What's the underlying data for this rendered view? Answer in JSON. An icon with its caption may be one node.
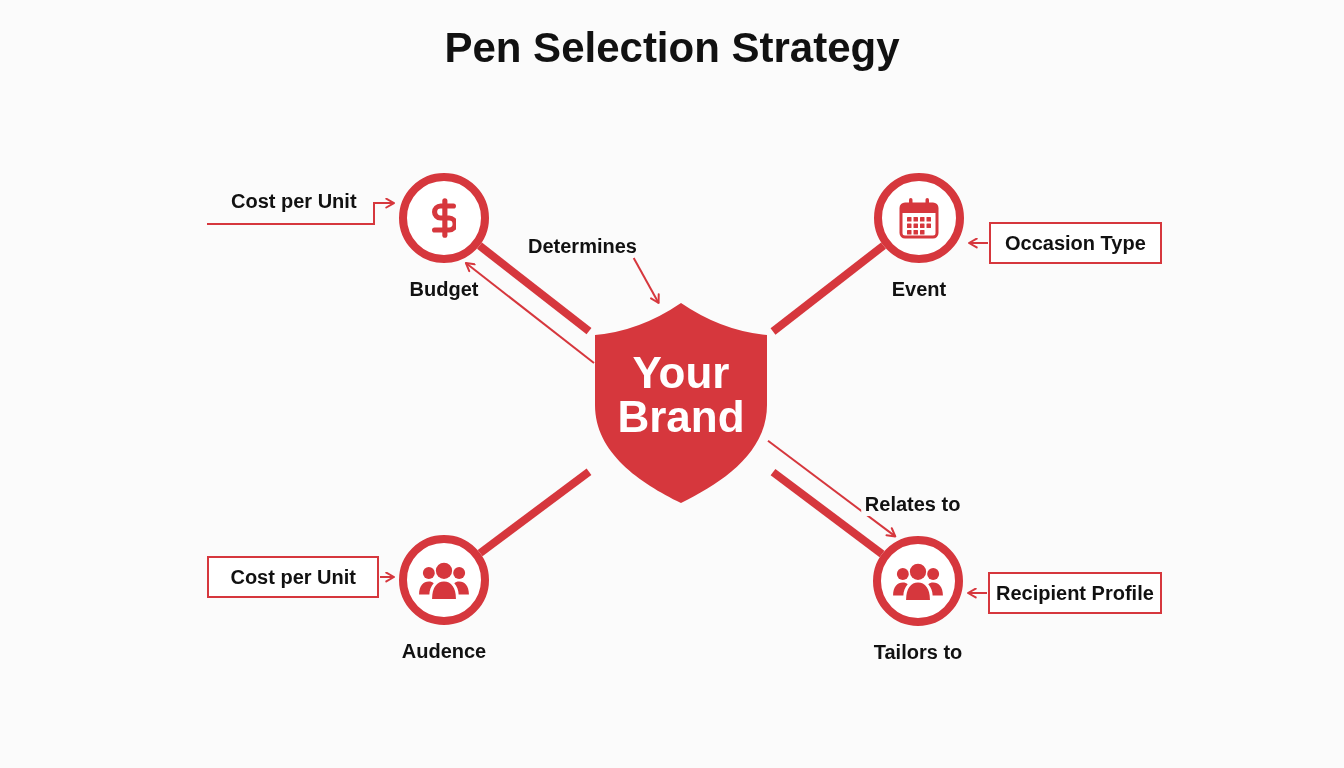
{
  "diagram": {
    "title": "Pen Selection Strategy",
    "nodes": [
      {
        "text": [
          "Cost per Unit"
        ]
      },
      {
        "text": [
          "Budget"
        ]
      },
      {
        "text": [
          "Determines"
        ]
      },
      {
        "text": [
          "Event"
        ]
      },
      {
        "text": [
          "Occasion Type"
        ]
      },
      {
        "text": [
          "Your Brand"
        ]
      },
      {
        "text": [
          "Cost per Unit"
        ]
      },
      {
        "text": [
          "Audence"
        ]
      },
      {
        "text": [
          "Tailors to"
        ]
      },
      {
        "text": [
          "Recipient Profile"
        ]
      }
    ],
    "edges": [
      {
        "from": 5,
        "to": 1,
        "arrow": "none",
        "style": "thick"
      },
      {
        "from": 5,
        "to": 3,
        "arrow": "none",
        "style": "thick"
      },
      {
        "from": 5,
        "to": 7,
        "arrow": "none",
        "style": "thick"
      },
      {
        "from": 5,
        "to": 8,
        "arrow": "none",
        "style": "thick"
      },
      {
        "from": 5,
        "to": 1,
        "arrow": "to"
      },
      {
        "from": 5,
        "to": 8,
        "arrow": "to",
        "label": "Relates to"
      },
      {
        "from": 0,
        "to": 1,
        "arrow": "to"
      },
      {
        "from": 4,
        "to": 3,
        "arrow": "to"
      },
      {
        "from": 6,
        "to": 7,
        "arrow": "to"
      },
      {
        "from": 9,
        "to": 8,
        "arrow": "to"
      },
      {
        "from": 2,
        "to": 5,
        "arrow": "to"
      }
    ]
  }
}
